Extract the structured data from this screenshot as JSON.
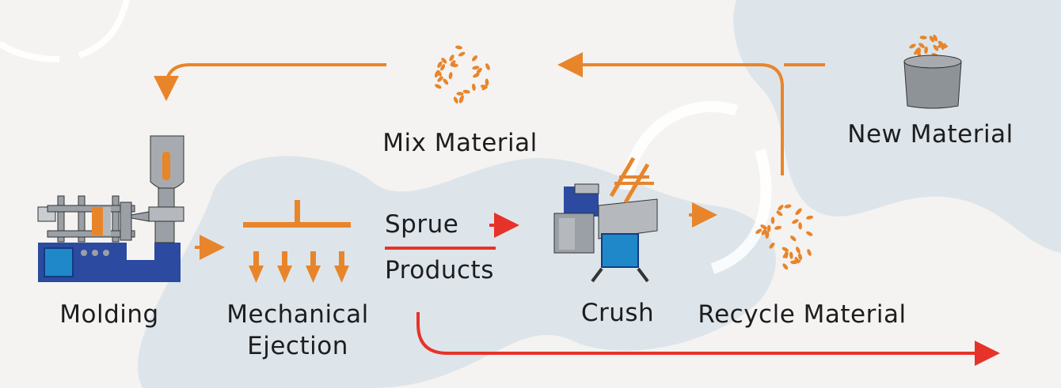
{
  "labels": {
    "molding": "Molding",
    "mechanical_ejection_line1": "Mechanical",
    "mechanical_ejection_line2": "Ejection",
    "sprue": "Sprue",
    "products": "Products",
    "crush": "Crush",
    "recycle_material": "Recycle Material",
    "mix_material": "Mix Material",
    "new_material": "New Material"
  },
  "colors": {
    "background": "#f4f3f1",
    "blob": "#dde5ea",
    "flow_arrow": "#e8852b",
    "output_arrow": "#e63329",
    "machine_blue": "#2b4aa0",
    "machine_gray": "#9aa0a6",
    "pellet": "#e8852b"
  }
}
